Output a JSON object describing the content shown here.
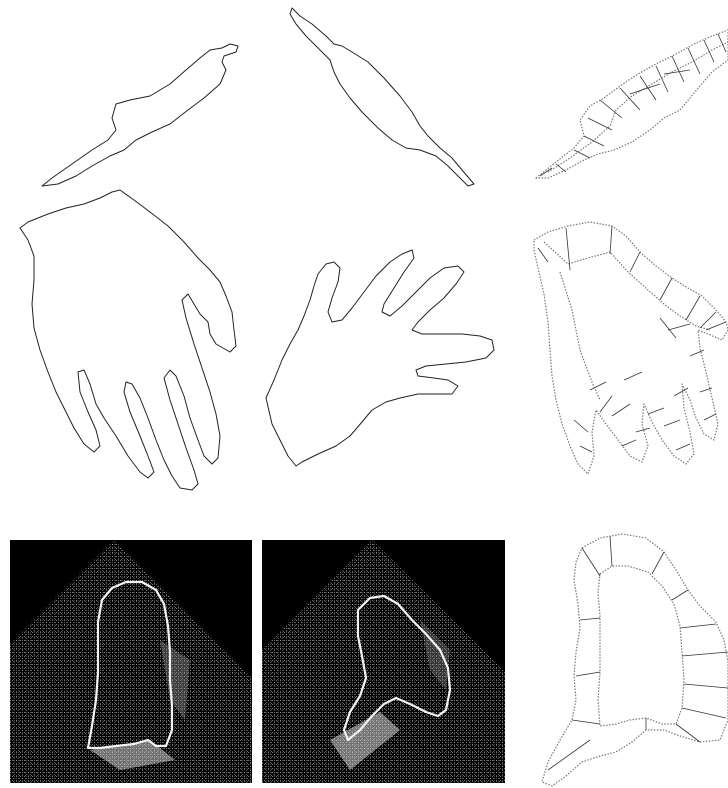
{
  "figure": {
    "rows": [
      {
        "name": "bone-shapes",
        "items": [
          "bone-shape-a",
          "bone-shape-b",
          "bone-correspondence"
        ]
      },
      {
        "name": "hand-shapes",
        "items": [
          "hand-shape-a",
          "hand-shape-b",
          "hand-correspondence"
        ]
      },
      {
        "name": "heart-shapes",
        "items": [
          "ultrasound-panel-a",
          "ultrasound-panel-b",
          "heart-correspondence"
        ]
      }
    ],
    "colors": {
      "background": "#ffffff",
      "outline": "#222222",
      "dotted_outline": "#777777",
      "ultrasound_background": "#000000",
      "ultrasound_contour": "#f4f4f4"
    }
  }
}
